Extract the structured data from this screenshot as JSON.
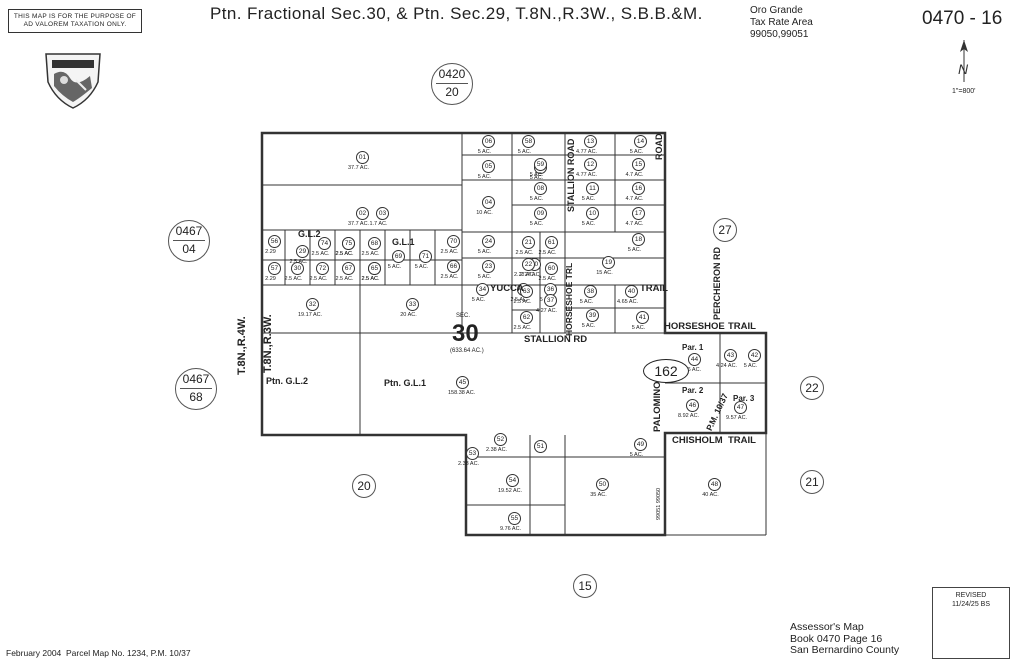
{
  "header": {
    "disclaimer": "THIS MAP IS FOR THE PURPOSE OF AD VALOREM TAXATION ONLY.",
    "title": "Ptn. Fractional Sec.30, & Ptn. Sec.29, T.8N.,R.3W., S.B.B.&M.",
    "city": "Oro Grande",
    "tra_label": "Tax Rate Area",
    "tra_codes": "99050,99051",
    "map_number": "0470 - 16",
    "scale": "1\"=800'"
  },
  "adjacent_maps": [
    {
      "book": "0420",
      "page": "20"
    },
    {
      "book": "0467",
      "page": "04"
    },
    {
      "book": "0467",
      "page": "68"
    }
  ],
  "sections": [
    "27",
    "22",
    "21",
    "20",
    "15"
  ],
  "section_label": {
    "prefix": "SEC.",
    "number": "30",
    "acreage": "(633.64 AC.)"
  },
  "township_labels": [
    "T.8N.,R.4W.",
    "T.8N.,R.3W."
  ],
  "streets": [
    "STALLION ROAD",
    "ROAD",
    "YUCCA",
    "HORSESHOE TRL",
    "TRAIL",
    "STALLION RD",
    "HORSESHOE",
    "TRAIL",
    "PERCHERON RD",
    "PALOMINO",
    "P.M. 10/37",
    "CHISHOLM",
    "TRAIL"
  ],
  "lot_labels": [
    "G.L.2",
    "G.L.1",
    "Ptn. G.L.2",
    "Ptn. G.L.1",
    "Par. 1",
    "Par. 2",
    "Par. 3"
  ],
  "block_number": "162",
  "tra_line_label": "99051 99050",
  "parcels": [
    {
      "n": "01",
      "ac": "37.7 AC."
    },
    {
      "n": "02",
      "ac": "37.7 AC."
    },
    {
      "n": "03",
      "ac": "1.7 AC."
    },
    {
      "n": "04",
      "ac": "10 AC."
    },
    {
      "n": "05",
      "ac": "5 AC."
    },
    {
      "n": "06",
      "ac": "5 AC."
    },
    {
      "n": "07",
      "ac": "5 AC."
    },
    {
      "n": "08",
      "ac": "5 AC."
    },
    {
      "n": "09",
      "ac": "5 AC."
    },
    {
      "n": "10",
      "ac": "5 AC."
    },
    {
      "n": "11",
      "ac": "5 AC."
    },
    {
      "n": "12",
      "ac": "4.77 AC."
    },
    {
      "n": "13",
      "ac": "4.77 AC."
    },
    {
      "n": "14",
      "ac": "5 AC."
    },
    {
      "n": "15",
      "ac": "4.7 AC."
    },
    {
      "n": "16",
      "ac": "4.7 AC."
    },
    {
      "n": "17",
      "ac": "4.7 AC."
    },
    {
      "n": "18",
      "ac": "5 AC."
    },
    {
      "n": "19",
      "ac": "15 AC."
    },
    {
      "n": "20",
      "ac": "2.27 AC."
    },
    {
      "n": "21",
      "ac": "2.5 AC."
    },
    {
      "n": "22",
      "ac": "2.27 AC."
    },
    {
      "n": "23",
      "ac": "5 AC."
    },
    {
      "n": "24",
      "ac": "5 AC."
    },
    {
      "n": "30",
      "ac": "2.5 AC."
    },
    {
      "n": "32",
      "ac": "19.17 AC."
    },
    {
      "n": "33",
      "ac": "20 AC."
    },
    {
      "n": "34",
      "ac": "5 AC."
    },
    {
      "n": "35",
      "ac": "2.5 AC."
    },
    {
      "n": "36",
      "ac": "5 AC."
    },
    {
      "n": "37",
      "ac": "4.27 AC."
    },
    {
      "n": "38",
      "ac": "5 AC."
    },
    {
      "n": "39",
      "ac": "5 AC."
    },
    {
      "n": "40",
      "ac": "4.65 AC."
    },
    {
      "n": "41",
      "ac": "5 AC."
    },
    {
      "n": "42",
      "ac": "5 AC."
    },
    {
      "n": "43",
      "ac": "4.24 AC."
    },
    {
      "n": "44",
      "ac": "8.76 AC."
    },
    {
      "n": "45",
      "ac": "158.38 AC."
    },
    {
      "n": "46",
      "ac": "8.92 AC."
    },
    {
      "n": "47",
      "ac": "9.57 AC."
    },
    {
      "n": "48",
      "ac": "40 AC."
    },
    {
      "n": "49",
      "ac": "5 AC."
    },
    {
      "n": "50",
      "ac": "35 AC."
    },
    {
      "n": "51",
      "ac": ""
    },
    {
      "n": "52",
      "ac": "2.38 AC."
    },
    {
      "n": "53",
      "ac": "2.38 AC."
    },
    {
      "n": "54",
      "ac": "19.52 AC."
    },
    {
      "n": "55",
      "ac": "9.76 AC."
    },
    {
      "n": "56",
      "ac": "2.29"
    },
    {
      "n": "57",
      "ac": "2.29"
    },
    {
      "n": "58",
      "ac": "5 AC."
    },
    {
      "n": "59",
      "ac": "5 AC."
    },
    {
      "n": "60",
      "ac": "2.5 AC."
    },
    {
      "n": "61",
      "ac": "2.5 AC."
    },
    {
      "n": "62",
      "ac": "2.5 AC."
    },
    {
      "n": "63",
      "ac": "2.5 AC."
    },
    {
      "n": "64",
      "ac": "2.5 AC."
    },
    {
      "n": "65",
      "ac": "2.5 AC."
    },
    {
      "n": "66",
      "ac": "2.5 AC."
    },
    {
      "n": "67",
      "ac": "2.5 AC."
    },
    {
      "n": "68",
      "ac": "2.5 AC."
    },
    {
      "n": "69",
      "ac": "5 AC."
    },
    {
      "n": "70",
      "ac": "2.5 AC."
    },
    {
      "n": "71",
      "ac": "5 AC."
    },
    {
      "n": "72",
      "ac": "2.5 AC."
    },
    {
      "n": "73",
      "ac": "2.5 AC."
    },
    {
      "n": "74",
      "ac": "2.5 AC."
    },
    {
      "n": "75",
      "ac": "2.5 AC."
    },
    {
      "n": "29",
      "ac": "2.5 AC."
    }
  ],
  "footer": {
    "date": "February 2004",
    "parcel_map": "Parcel Map No. 1234, P.M. 10/37",
    "assessor_line1": "Assessor's Map",
    "assessor_line2": "Book 0470 Page 16",
    "assessor_line3": "San Bernardino County",
    "revised_label": "REVISED",
    "revised_code": "11/24/25 BS"
  }
}
